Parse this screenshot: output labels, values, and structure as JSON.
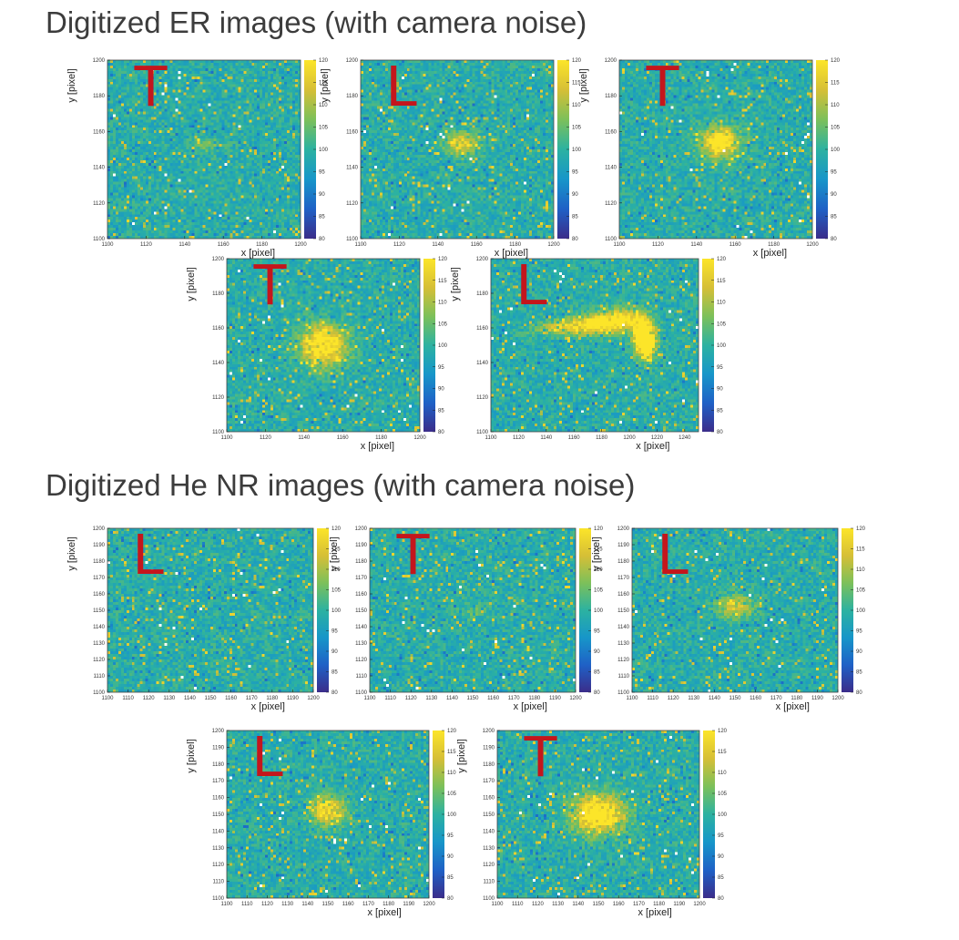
{
  "sections": {
    "er_title": "Digitized ER images (with camera noise)",
    "nr_title": "Digitized He NR images (with camera noise)"
  },
  "colors": {
    "colormap": [
      "#3b2d8a",
      "#1f61c6",
      "#1796c9",
      "#2cb2a1",
      "#7cc05a",
      "#d6bf36",
      "#fce529"
    ],
    "marker": "#c4161c",
    "background_noise": "#2aa6a0"
  },
  "chart_data": [
    {
      "id": "er-1",
      "section": "er",
      "type": "heatmap",
      "marker": "T",
      "xlabel": "x [pixel]",
      "ylabel": "y [pixel]",
      "xlim": [
        1100,
        1200
      ],
      "ylim": [
        1100,
        1200
      ],
      "zlim": [
        80,
        120
      ],
      "xticks": [
        1100,
        1120,
        1140,
        1160,
        1180,
        1200
      ],
      "yticks": [
        1100,
        1120,
        1140,
        1160,
        1180,
        1200
      ],
      "zticks": [
        80,
        85,
        90,
        95,
        100,
        105,
        110,
        115,
        120
      ],
      "blobs": [
        {
          "x": 1152,
          "y": 1152,
          "rx": 5,
          "ry": 3,
          "peak": 0.25
        }
      ]
    },
    {
      "id": "er-2",
      "section": "er",
      "type": "heatmap",
      "marker": "L",
      "xlabel": "x [pixel]",
      "ylabel": "y [pixel]",
      "xlim": [
        1100,
        1200
      ],
      "ylim": [
        1100,
        1200
      ],
      "zlim": [
        80,
        120
      ],
      "xticks": [
        1100,
        1120,
        1140,
        1160,
        1180,
        1200
      ],
      "yticks": [
        1100,
        1120,
        1140,
        1160,
        1180,
        1200
      ],
      "zticks": [
        80,
        85,
        90,
        95,
        100,
        105,
        110,
        115,
        120
      ],
      "blobs": [
        {
          "x": 1152,
          "y": 1153,
          "rx": 6,
          "ry": 4.5,
          "peak": 0.65
        }
      ]
    },
    {
      "id": "er-3",
      "section": "er",
      "type": "heatmap",
      "marker": "T",
      "xlabel": "x [pixel]",
      "ylabel": "y [pixel]",
      "xlim": [
        1100,
        1200
      ],
      "ylim": [
        1100,
        1200
      ],
      "zlim": [
        80,
        120
      ],
      "xticks": [
        1100,
        1120,
        1140,
        1160,
        1180,
        1200
      ],
      "yticks": [
        1100,
        1120,
        1140,
        1160,
        1180,
        1200
      ],
      "zticks": [
        80,
        85,
        90,
        95,
        100,
        105,
        110,
        115,
        120
      ],
      "blobs": [
        {
          "x": 1152,
          "y": 1154,
          "rx": 7,
          "ry": 6,
          "peak": 0.9
        }
      ]
    },
    {
      "id": "er-4",
      "section": "er",
      "type": "heatmap",
      "marker": "T",
      "xlabel": "x [pixel]",
      "ylabel": "y [pixel]",
      "xlim": [
        1100,
        1200
      ],
      "ylim": [
        1100,
        1200
      ],
      "zlim": [
        80,
        120
      ],
      "xticks": [
        1100,
        1120,
        1140,
        1160,
        1180,
        1200
      ],
      "yticks": [
        1100,
        1120,
        1140,
        1160,
        1180,
        1200
      ],
      "zticks": [
        80,
        85,
        90,
        95,
        100,
        105,
        110,
        115,
        120
      ],
      "blobs": [
        {
          "x": 1150,
          "y": 1150,
          "rx": 8,
          "ry": 8,
          "peak": 1.0
        }
      ]
    },
    {
      "id": "er-5",
      "section": "er",
      "type": "heatmap",
      "marker": "L",
      "xlabel": "x [pixel]",
      "ylabel": "y [pixel]",
      "xlim": [
        1100,
        1250
      ],
      "ylim": [
        1100,
        1200
      ],
      "zlim": [
        80,
        120
      ],
      "xticks": [
        1100,
        1120,
        1140,
        1160,
        1180,
        1200,
        1220,
        1240
      ],
      "yticks": [
        1100,
        1120,
        1140,
        1160,
        1180,
        1200
      ],
      "zticks": [
        80,
        85,
        90,
        95,
        100,
        105,
        110,
        115,
        120
      ],
      "blobs": [
        {
          "x": 1150,
          "y": 1160,
          "rx": 14,
          "ry": 3,
          "peak": 0.45
        },
        {
          "x": 1175,
          "y": 1162,
          "rx": 12,
          "ry": 4,
          "peak": 0.8
        },
        {
          "x": 1195,
          "y": 1165,
          "rx": 10,
          "ry": 4,
          "peak": 0.85
        },
        {
          "x": 1210,
          "y": 1158,
          "rx": 5,
          "ry": 6,
          "peak": 0.95
        },
        {
          "x": 1212,
          "y": 1150,
          "rx": 5,
          "ry": 6,
          "peak": 1.0
        }
      ]
    },
    {
      "id": "nr-1",
      "section": "nr",
      "type": "heatmap",
      "marker": "L",
      "xlabel": "x [pixel]",
      "ylabel": "y [pixel]",
      "xlim": [
        1100,
        1200
      ],
      "ylim": [
        1100,
        1200
      ],
      "zlim": [
        80,
        120
      ],
      "xticks": [
        1100,
        1110,
        1120,
        1130,
        1140,
        1150,
        1160,
        1170,
        1180,
        1190,
        1200
      ],
      "yticks": [
        1100,
        1110,
        1120,
        1130,
        1140,
        1150,
        1160,
        1170,
        1180,
        1190,
        1200
      ],
      "zticks": [
        80,
        85,
        90,
        95,
        100,
        105,
        110,
        115,
        120
      ],
      "blobs": []
    },
    {
      "id": "nr-2",
      "section": "nr",
      "type": "heatmap",
      "marker": "T",
      "xlabel": "x [pixel]",
      "ylabel": "y [pixel]",
      "xlim": [
        1100,
        1200
      ],
      "ylim": [
        1100,
        1200
      ],
      "zlim": [
        80,
        120
      ],
      "xticks": [
        1100,
        1110,
        1120,
        1130,
        1140,
        1150,
        1160,
        1170,
        1180,
        1190,
        1200
      ],
      "yticks": [
        1100,
        1110,
        1120,
        1130,
        1140,
        1150,
        1160,
        1170,
        1180,
        1190,
        1200
      ],
      "zticks": [
        80,
        85,
        90,
        95,
        100,
        105,
        110,
        115,
        120
      ],
      "blobs": [
        {
          "x": 1150,
          "y": 1150,
          "rx": 5,
          "ry": 4,
          "peak": 0.15
        }
      ]
    },
    {
      "id": "nr-3",
      "section": "nr",
      "type": "heatmap",
      "marker": "L",
      "xlabel": "x [pixel]",
      "ylabel": "y [pixel]",
      "xlim": [
        1100,
        1200
      ],
      "ylim": [
        1100,
        1200
      ],
      "zlim": [
        80,
        120
      ],
      "xticks": [
        1100,
        1110,
        1120,
        1130,
        1140,
        1150,
        1160,
        1170,
        1180,
        1190,
        1200
      ],
      "yticks": [
        1100,
        1110,
        1120,
        1130,
        1140,
        1150,
        1160,
        1170,
        1180,
        1190,
        1200
      ],
      "zticks": [
        80,
        85,
        90,
        95,
        100,
        105,
        110,
        115,
        120
      ],
      "blobs": [
        {
          "x": 1150,
          "y": 1152,
          "rx": 6,
          "ry": 5,
          "peak": 0.55
        }
      ]
    },
    {
      "id": "nr-4",
      "section": "nr",
      "type": "heatmap",
      "marker": "L",
      "xlabel": "x [pixel]",
      "ylabel": "y [pixel]",
      "xlim": [
        1100,
        1200
      ],
      "ylim": [
        1100,
        1200
      ],
      "zlim": [
        80,
        120
      ],
      "xticks": [
        1100,
        1110,
        1120,
        1130,
        1140,
        1150,
        1160,
        1170,
        1180,
        1190,
        1200
      ],
      "yticks": [
        1100,
        1110,
        1120,
        1130,
        1140,
        1150,
        1160,
        1170,
        1180,
        1190,
        1200
      ],
      "zticks": [
        80,
        85,
        90,
        95,
        100,
        105,
        110,
        115,
        120
      ],
      "blobs": [
        {
          "x": 1150,
          "y": 1152,
          "rx": 6,
          "ry": 6,
          "peak": 0.75
        }
      ]
    },
    {
      "id": "nr-5",
      "section": "nr",
      "type": "heatmap",
      "marker": "T",
      "xlabel": "x [pixel]",
      "ylabel": "y [pixel]",
      "xlim": [
        1100,
        1200
      ],
      "ylim": [
        1100,
        1200
      ],
      "zlim": [
        80,
        120
      ],
      "xticks": [
        1100,
        1110,
        1120,
        1130,
        1140,
        1150,
        1160,
        1170,
        1180,
        1190,
        1200
      ],
      "yticks": [
        1100,
        1110,
        1120,
        1130,
        1140,
        1150,
        1160,
        1170,
        1180,
        1190,
        1200
      ],
      "zticks": [
        80,
        85,
        90,
        95,
        100,
        105,
        110,
        115,
        120
      ],
      "blobs": [
        {
          "x": 1150,
          "y": 1150,
          "rx": 9,
          "ry": 8,
          "peak": 1.0
        }
      ]
    }
  ]
}
